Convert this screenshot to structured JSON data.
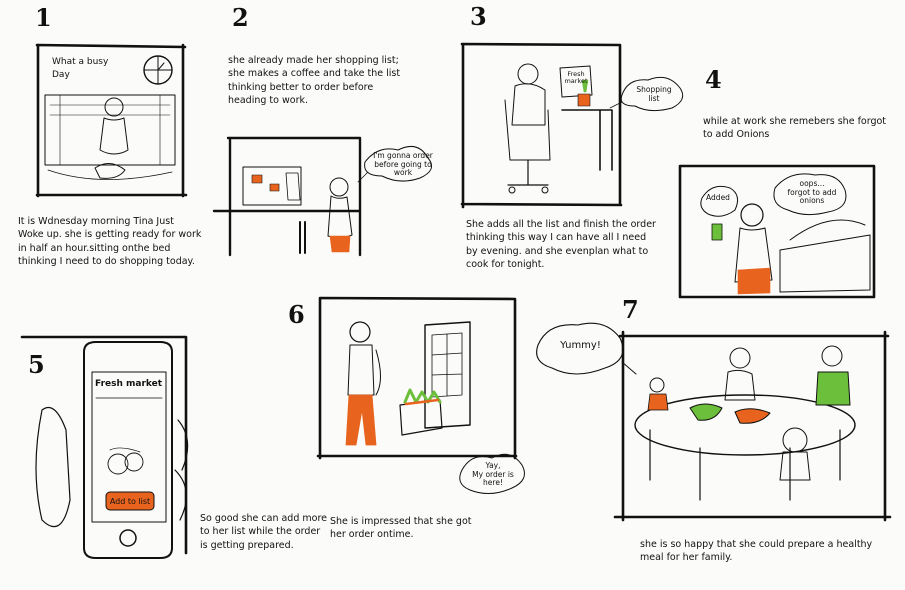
{
  "panels": [
    {
      "number": "1",
      "caption": "It is Wdnesday morning Tina Just\nWoke up. she is getting ready for work\nin half an hour.sitting onthe bed\nthinking I need to do shopping today.",
      "inner_text": "What a busy\nDay"
    },
    {
      "number": "2",
      "caption": "she already made her shopping list;\nshe makes a coffee and take the list\nthinking better to order before\nheading to work.",
      "bubble": "I'm gonna order\nbefore going to work"
    },
    {
      "number": "3",
      "caption": "She adds all the list and finish the order\nthinking this way I can have all I need\nby evening. and she evenplan what to\ncook for tonight.",
      "screen_text": "Fresh\nmarket",
      "bubble": "Shopping\nlist"
    },
    {
      "number": "4",
      "caption": "while at work she remebers she forgot\nto add Onions",
      "bubble_left": "Added",
      "bubble_right": "oops...\nforgot to add\nonions"
    },
    {
      "number": "5",
      "caption": "So good she can add  more\nto her list while the  order\nis getting prepared.",
      "app_title": "Fresh market",
      "button": "Add to list"
    },
    {
      "number": "6",
      "caption": "She is impressed that she got\nher order ontime.",
      "bubble": "Yay,\nMy order is here!"
    },
    {
      "number": "7",
      "caption": "she is so happy that she could prepare a healthy\nmeal for her family.",
      "bubble": "Yummy!"
    }
  ],
  "colors": {
    "accent": "#e8641e",
    "green": "#6cbf3a",
    "ink": "#111111"
  }
}
